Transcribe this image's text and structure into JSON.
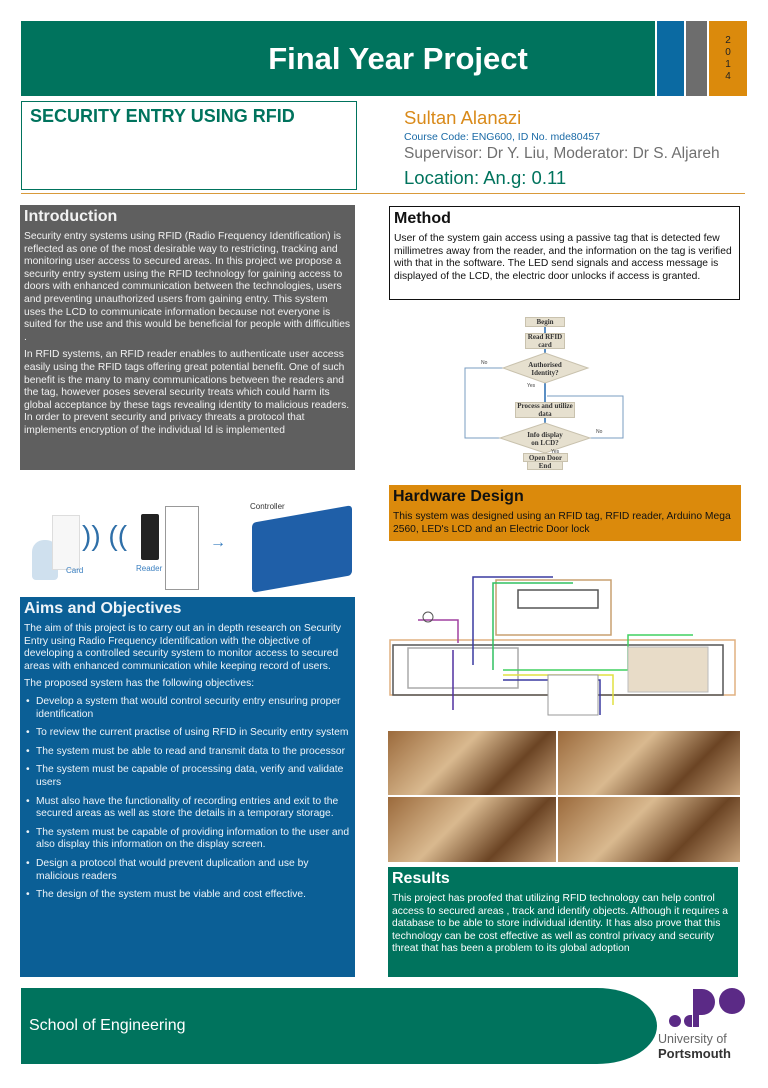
{
  "header": {
    "title": "Final Year Project",
    "year_digits": [
      "2",
      "0",
      "1",
      "4"
    ]
  },
  "project_title": "SECURITY ENTRY USING RFID",
  "author": {
    "name": "Sultan Alanazi",
    "course": "Course Code: ENG600,  ID No. mde80457",
    "supervisor": "Supervisor: Dr Y. Liu, Moderator: Dr S. Aljareh",
    "location": "Location: An.g: 0.11"
  },
  "introduction": {
    "heading": "Introduction",
    "paragraphs": [
      "Security entry systems using RFID (Radio Frequency Identification) is reflected as one of the most desirable way to restricting, tracking and monitoring user access to secured areas. In this project we propose a security entry system using the RFID technology for gaining  access to doors with enhanced communication between the technologies, users and preventing unauthorized users from gaining entry. This system uses the LCD to communicate information because not everyone is suited for the use and this would be beneficial for people with difficulties .",
      "In RFID systems, an RFID reader enables to authenticate user access easily using the RFID tags offering great potential benefit. One of such benefit is the many to many communications between the readers and the tag, however poses several security treats which could harm its global acceptance by these tags revealing identity to malicious readers. In order to prevent security and privacy threats a protocol that implements encryption of the individual Id is implemented"
    ]
  },
  "illustration": {
    "labels": {
      "card": "Card",
      "reader": "Reader",
      "controller": "Controller"
    }
  },
  "aims": {
    "heading": "Aims and Objectives",
    "paragraphs": [
      "The aim of this project is to carry out an in depth research on Security Entry using Radio Frequency Identification with the objective of developing a controlled security system to monitor access to secured areas with enhanced communication while keeping record of users.",
      "The proposed system has the following objectives:"
    ],
    "objectives": [
      "Develop a system that would control security entry ensuring proper identification",
      "To review the current practise of using RFID in Security entry system",
      "The system must be able to read and transmit data to the processor",
      "The system must be capable of processing data, verify and validate users",
      "Must also have the functionality of recording entries and exit to the secured areas as well as store the details in a temporary storage.",
      "The system must be capable of providing information to the user and also display this information on the display screen.",
      "Design a protocol that would prevent duplication and use by malicious readers",
      "The design of the system must be viable and cost effective."
    ]
  },
  "method": {
    "heading": "Method",
    "text": "User of the system gain access using a passive tag that is detected few millimetres away from the reader, and  the information on the tag is verified with that in the software. The  LED send signals and access message is  displayed of the LCD, the electric door unlocks if access is granted."
  },
  "flowchart": {
    "steps": [
      "Begin",
      "Read RFID card",
      "Authorised Identity?",
      "Process and utilize data",
      "Info display on LCD?",
      "Open Door",
      "End"
    ],
    "yes": "Yes",
    "no": "No"
  },
  "hardware": {
    "heading": "Hardware Design",
    "text": "This system was designed using an RFID tag, RFID reader, Arduino Mega 2560, LED's LCD and an Electric Door lock"
  },
  "results": {
    "heading": "Results",
    "text": "This project has proofed that utilizing  RFID technology can help control access to secured  areas , track and identify objects. Although it requires a database to be able to store individual identity. It has also prove that this technology can be  cost effective as well as control privacy and security threat that has been a problem to its global adoption"
  },
  "footer": {
    "school": "School of Engineering",
    "logo_line1": "University of",
    "logo_line2": "Portsmouth"
  },
  "colors": {
    "green": "#00735d",
    "blue": "#0b5f96",
    "gray": "#5f5f5f",
    "orange": "#db8a0c",
    "purple": "#5b2a86"
  }
}
